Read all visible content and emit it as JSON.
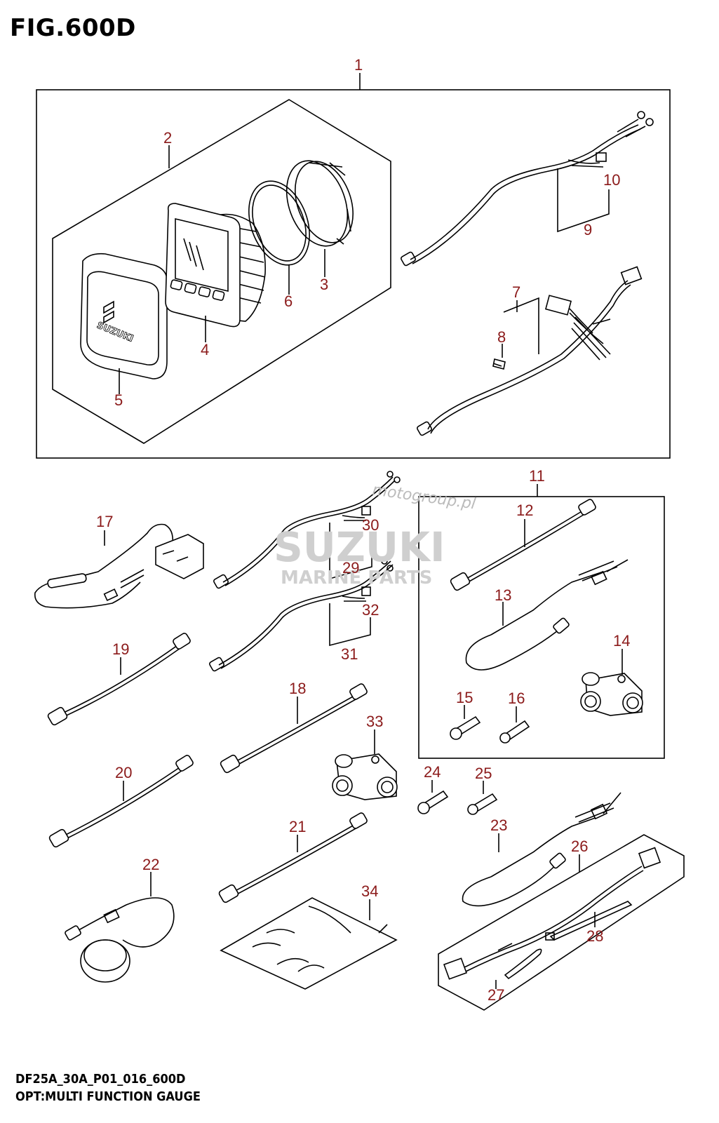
{
  "figure": {
    "title": "FIG.600D",
    "code": "DF25A_30A_P01_016_600D",
    "caption": "OPT:MULTI FUNCTION GAUGE"
  },
  "gauge": {
    "logo_text": "SUZUKI"
  },
  "watermark": {
    "brand": "SUZUKI",
    "sub": "MARINE PARTS",
    "site": "motogroup.pl"
  },
  "parts": {
    "p1": "1",
    "p2": "2",
    "p3": "3",
    "p4": "4",
    "p5": "5",
    "p6": "6",
    "p7": "7",
    "p8": "8",
    "p9": "9",
    "p10": "10",
    "p11": "11",
    "p12": "12",
    "p13": "13",
    "p14": "14",
    "p15": "15",
    "p16": "16",
    "p17": "17",
    "p18": "18",
    "p19": "19",
    "p20": "20",
    "p21": "21",
    "p22": "22",
    "p23": "23",
    "p24": "24",
    "p25": "25",
    "p26": "26",
    "p27": "27",
    "p28": "28",
    "p29": "29",
    "p30": "30",
    "p31": "31",
    "p32": "32",
    "p33": "33",
    "p34": "34"
  },
  "colors": {
    "callout": "#8b1a1a",
    "line": "#000000"
  }
}
